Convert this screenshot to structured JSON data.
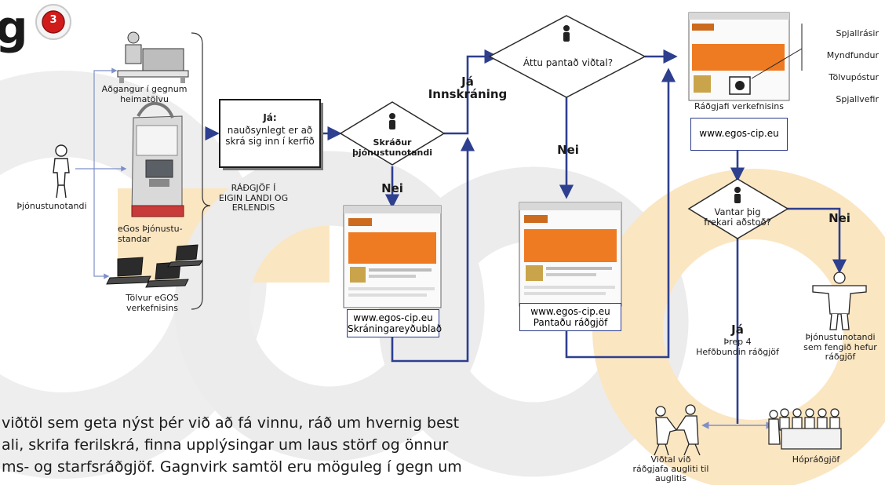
{
  "step_badge": "3",
  "title_fragment": "g",
  "watermark": "egos",
  "colors": {
    "arrow": "#2e3f8f",
    "watermark_gray": "#e6e6e6",
    "watermark_orange": "#fbe1b4",
    "badge": "#d11b1b",
    "screen_orange": "#ee7a22"
  },
  "actors": {
    "user": "Þjónustunotandi",
    "home": "Aðgangur í gegnum\nheimatölvu",
    "kiosk": "eGos Þjónustu-\nstandar",
    "laptops": "Tölvur eGOS\nverkefnisins"
  },
  "advice_note": "RÁÐGJÖF Í\nEIGIN LANDI OG\nERLENDIS",
  "login_box": {
    "title": "Já:",
    "body": "nauðsynlegt er að\nskrá sig inn í kerfið"
  },
  "decisions": {
    "registered": "Skráður\nþjónustunotandi",
    "booked": "Áttu pantað viðtal?",
    "more_help": "Vantar þig\nfrekari aðstoð?"
  },
  "labels": {
    "nei1": "Nei",
    "ja_login": "Já\nInnskráning",
    "nei2": "Nei",
    "nei3": "Nei",
    "ja_step4": "Já",
    "step4": "Þrep 4\nHefðbundin ráðgjöf"
  },
  "web_boxes": {
    "register": "www.egos-cip.eu\nSkráningareyðublað",
    "book": "www.egos-cip.eu\nPantaðu ráðgjöf",
    "advisor_url": "www.egos-cip.eu"
  },
  "advisor_caption": "Ráðgjafi verkefnisins",
  "channels": [
    "Spjallrásir",
    "Myndfundur",
    "Tölvupóstur",
    "Spjallvefir"
  ],
  "outcomes": {
    "helped": "Þjónustunotandi\nsem fengið hefur\nráðgjöf",
    "face_to_face": "Viðtal við\nráðgjafa augliti til\nauglitis",
    "group": "Hópráðgjöf"
  },
  "page_text": [
    "viðtöl sem geta nýst þér við að fá vinnu, ráð um hvernig best",
    "ali, skrifa ferilskrá, finna upplýsingar um laus störf og önnur",
    "ms- og starfsráðgjöf. Gagnvirk samtöl eru möguleg í gegn um"
  ]
}
